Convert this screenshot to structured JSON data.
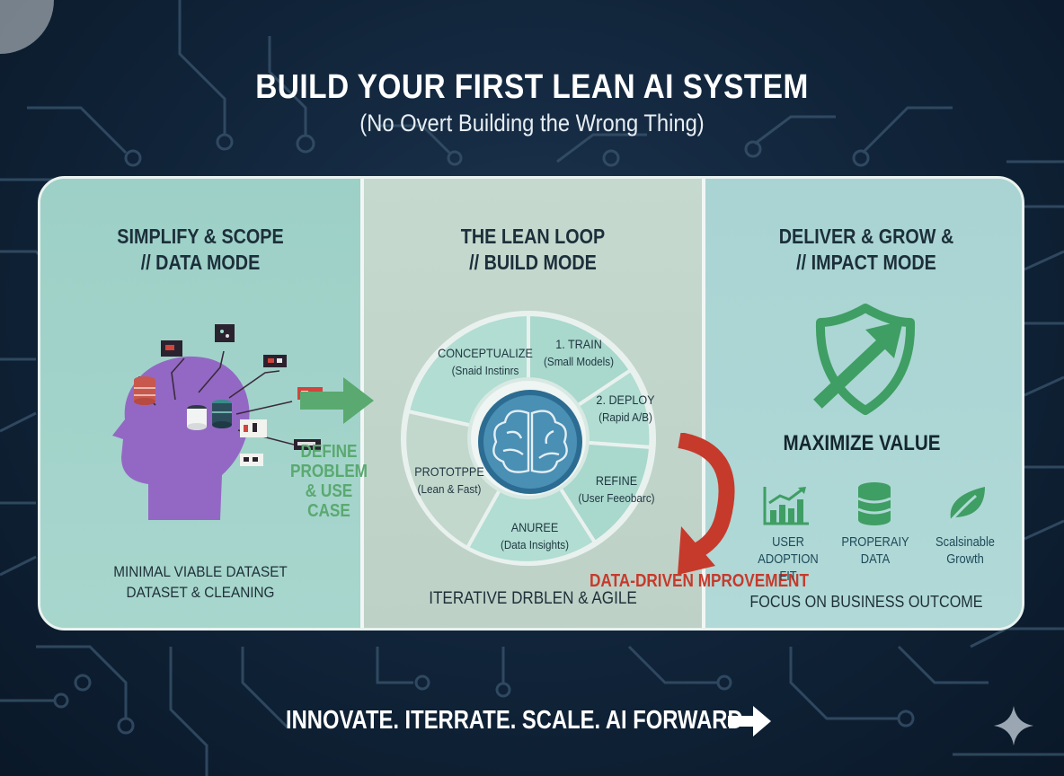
{
  "title": "BUILD YOUR FIRST LEAN AI SYSTEM",
  "subtitle": "(No Overt Building the Wrong Thing)",
  "left_panel": {
    "title_line1": "SIMPLIFY & SCOPE",
    "title_line2": "// DATA MODE",
    "caption_line1": "MINIMAL VIABLE DATASET",
    "caption_line2": "DATASET & CLEANING",
    "icon": "head-with-data-icons"
  },
  "arrow": {
    "label_line1": "DEFINE",
    "label_line2": "PROBLEM",
    "label_line3": "& USE CASE",
    "color": "#5aa970"
  },
  "middle_panel": {
    "title_line1": "THE LEAN LOOP",
    "title_line2": "// BUILD MODE",
    "caption": "ITERATIVE DRBLEN & AGILE",
    "segments": {
      "conceptualize": {
        "head": "CONCEPTUALIZE",
        "sub": "(Snaid Instinrs"
      },
      "train": {
        "head": "1. TRAIN",
        "sub": "(Small Models)"
      },
      "deploy": {
        "head": "2. DEPLOY",
        "sub": "(Rapid A/B)"
      },
      "refine": {
        "head": "REFINE",
        "sub": "(User Feeobarc)"
      },
      "anuree": {
        "head": "ANUREE",
        "sub": "(Data Insights)"
      },
      "prototype": {
        "head": "PROTOTPPE",
        "sub": "(Lean & Fast)"
      }
    },
    "center_icon": "brain-icon"
  },
  "feedback": {
    "label": "DATA-DRIVEN MPROVEMENT",
    "color": "#c63a2c"
  },
  "right_panel": {
    "title_line1": "DELIVER & GROW &",
    "title_line2": "// IMPACT MODE",
    "headline": "MAXIMIZE VALUE",
    "caption": "FOCUS ON BUSINESS OUTCOME",
    "metrics": [
      {
        "line1": "USER ADOPTION",
        "line2": "FIT",
        "icon": "bar-chart-icon"
      },
      {
        "line1": "PROPERAIY",
        "line2": "DATA",
        "icon": "database-icon"
      },
      {
        "line1": "Scalsinable",
        "line2": "Growth",
        "icon": "leaf-icon"
      }
    ],
    "accent": "#3f9e63"
  },
  "footer": "INNOVATE. ITERRATE. SCALE. AI FORWARD"
}
